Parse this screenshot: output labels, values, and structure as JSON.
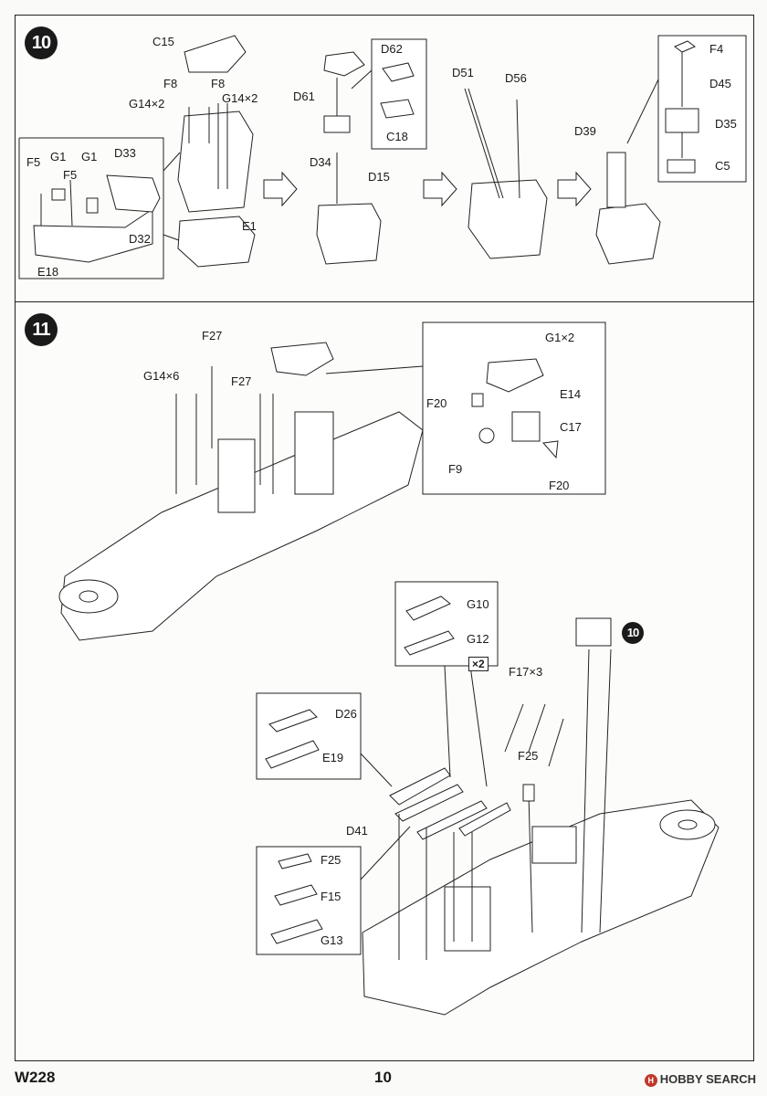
{
  "step10": {
    "number": "10",
    "labels": [
      "C15",
      "F8",
      "F8",
      "G14×2",
      "G14×2",
      "F5",
      "G1",
      "G1",
      "D33",
      "F5",
      "D32",
      "E18",
      "E1",
      "D62",
      "D61",
      "C18",
      "D34",
      "D15",
      "D51",
      "D56",
      "F4",
      "D45",
      "D39",
      "D35",
      "C5"
    ]
  },
  "step11": {
    "number": "11",
    "labels": [
      "F27",
      "G14×6",
      "F27",
      "G1×2",
      "E14",
      "F20",
      "C17",
      "F9",
      "F20",
      "G10",
      "G12",
      "D26",
      "E19",
      "D41",
      "F25",
      "F15",
      "G13",
      "F17×3",
      "F25"
    ],
    "badge": "×2",
    "ref_step": "10"
  },
  "footer": {
    "code": "W228",
    "page": "10",
    "watermark": "HOBBY SEARCH"
  }
}
